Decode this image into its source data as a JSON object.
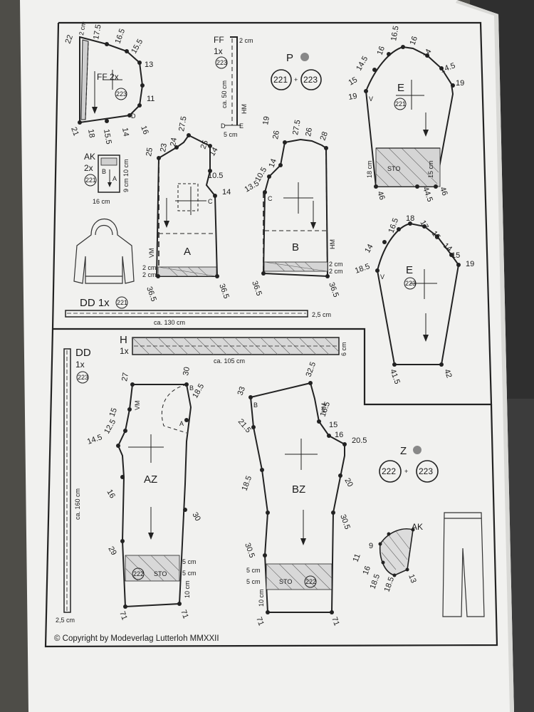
{
  "copyright": "© Copyright by Modeverlag Lutterloh MMXXII",
  "upper_section": {
    "P_group": {
      "letter": "P",
      "size_a": "221",
      "size_b": "223",
      "plus": "+"
    },
    "FF_2x": {
      "title": "FF 2x",
      "size": "223",
      "top_dim": "2 cm",
      "pts": [
        "22",
        "17.5",
        "16.5",
        "15.5",
        "13",
        "11",
        "16",
        "14",
        "15.5",
        "18",
        "21"
      ],
      "label_D": "D"
    },
    "FF_strip": {
      "title": "FF",
      "count": "1x",
      "size": "223",
      "top_dim": "2 cm",
      "length": "ca. 50 cm",
      "hm": "HM",
      "width": "5 cm",
      "label_D": "D",
      "label_E": "E"
    },
    "AK_pocket": {
      "title": "AK",
      "count": "2x",
      "size": "221",
      "dim_w": "16 cm",
      "dim_h": "9 cm 10 cm",
      "label_B": "B",
      "label_A": "A"
    },
    "front_A": {
      "label": "A",
      "vm": "VM",
      "pts": [
        "25",
        "23",
        "24",
        "27.5",
        "25",
        "14",
        "10.5",
        "14",
        "36.5",
        "36.5"
      ],
      "label_C": "C",
      "band1": "2 cm",
      "band2": "2 cm"
    },
    "back_B": {
      "label": "B",
      "hm": "HM",
      "pts": [
        "19",
        "26",
        "27.5",
        "26",
        "28",
        "14",
        "10.5",
        "13.5",
        "36.5",
        "36.5"
      ],
      "label_C": "C",
      "band1": "2 cm",
      "band2": "2 cm"
    },
    "sleeve_E_221": {
      "label": "E",
      "size": "221",
      "pts": [
        "16.5",
        "16",
        "16",
        "14",
        "14.5",
        "19",
        "14.5",
        "15",
        "19",
        "46",
        "44.5",
        "46"
      ],
      "cuff": "STO",
      "dim_left": "18 cm",
      "dim_right": "15 cm",
      "label_V": "V"
    },
    "sleeve_E_223": {
      "label": "E",
      "size": "223",
      "pts": [
        "16.5",
        "18",
        "17",
        "15",
        "14",
        "15",
        "19",
        "14",
        "18.5",
        "41.5",
        "42"
      ],
      "label_V": "V"
    },
    "DD_221": {
      "title": "DD 1x",
      "size": "221",
      "length": "ca. 130 cm",
      "width": "2,5 cm"
    }
  },
  "lower_section": {
    "DD_223": {
      "title": "DD",
      "count": "1x",
      "size": "223",
      "length": "ca. 160 cm",
      "width": "2,5 cm"
    },
    "H_band": {
      "title": "H",
      "count": "1x",
      "length": "ca. 105 cm",
      "width": "6 cm"
    },
    "pants_AZ": {
      "label": "AZ",
      "vm": "VM",
      "size": "222",
      "cuff": "STO",
      "pts": [
        "27",
        "30",
        "18.5",
        "15",
        "12.5",
        "14.5",
        "16",
        "30",
        "29",
        "71",
        "71"
      ],
      "label_B": "B",
      "label_A": "A",
      "band1": "5 cm",
      "band2": "5 cm",
      "band3": "10 cm"
    },
    "pants_BZ": {
      "label": "BZ",
      "hm": "HM",
      "size": "222",
      "cuff": "STO",
      "pts": [
        "33",
        "32.5",
        "21.5",
        "16.5",
        "15",
        "16",
        "20.5",
        "20",
        "18.5",
        "30.5",
        "30.5",
        "71",
        "71"
      ],
      "label_B": "B",
      "band1": "5 cm",
      "band2": "5 cm",
      "band3": "10 cm"
    },
    "Z_group": {
      "letter": "Z",
      "size_a": "222",
      "size_b": "223",
      "plus": "+"
    },
    "AK_pants_pocket": {
      "title": "AK",
      "pts": [
        "9",
        "11",
        "16",
        "18.5",
        "18.5",
        "13"
      ]
    }
  }
}
